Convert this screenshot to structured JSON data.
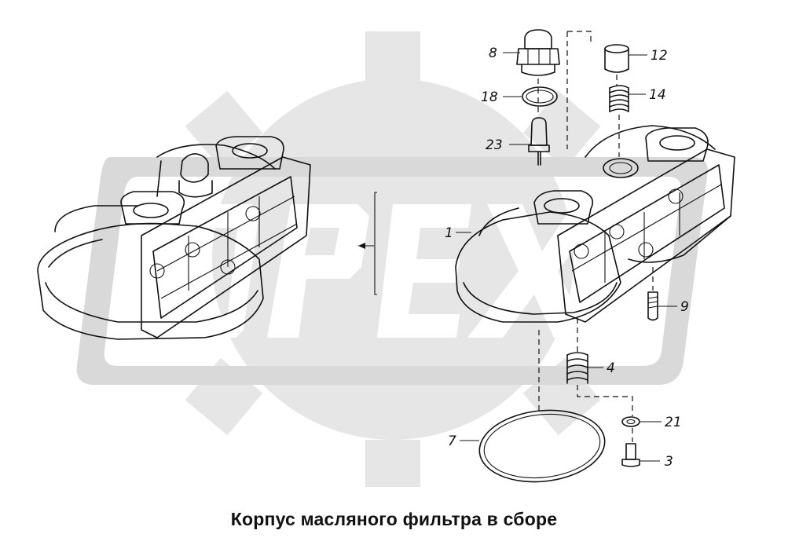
{
  "caption": "Корпус масляного фильтра в сборе",
  "watermark": {
    "text": "OPEX"
  },
  "callouts": [
    {
      "id": "8",
      "label": "8"
    },
    {
      "id": "18",
      "label": "18"
    },
    {
      "id": "23",
      "label": "23"
    },
    {
      "id": "12",
      "label": "12"
    },
    {
      "id": "14",
      "label": "14"
    },
    {
      "id": "1",
      "label": "1"
    },
    {
      "id": "9",
      "label": "9"
    },
    {
      "id": "4",
      "label": "4"
    },
    {
      "id": "7",
      "label": "7"
    },
    {
      "id": "21",
      "label": "21"
    },
    {
      "id": "3",
      "label": "3"
    }
  ],
  "colors": {
    "line": "#111111",
    "watermark": "#e6e6e6",
    "background": "#ffffff"
  }
}
